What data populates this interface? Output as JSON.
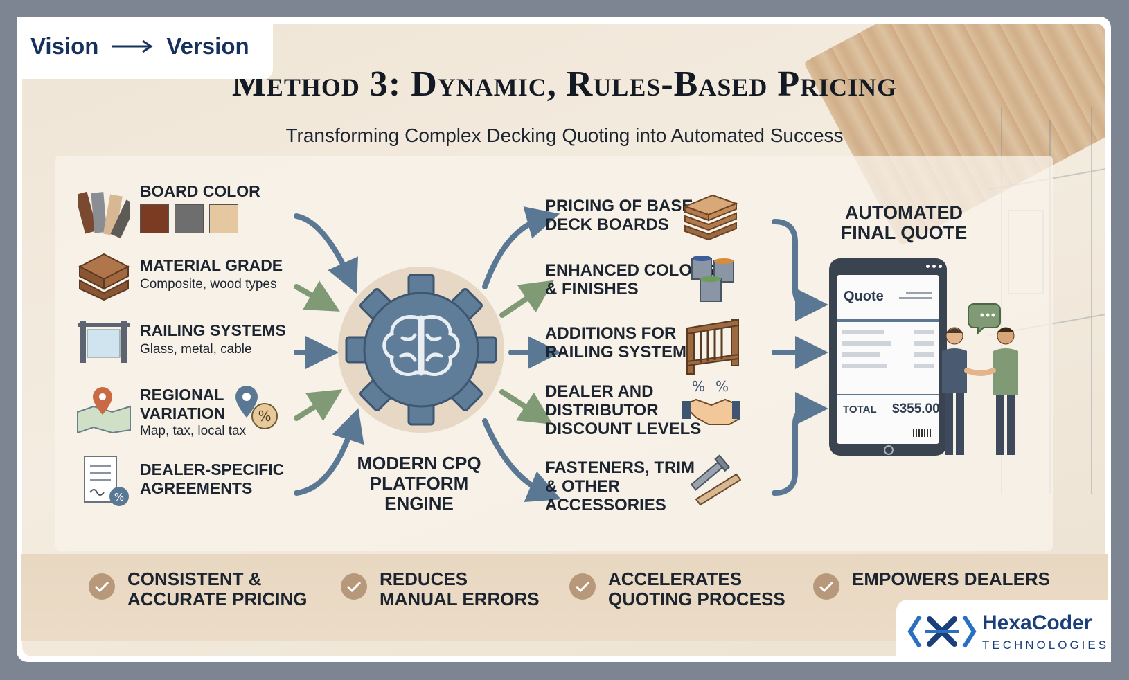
{
  "header": {
    "brand_left": "Vision",
    "brand_right": "Version",
    "title": "Method 3: Dynamic, Rules-Based Pricing",
    "subtitle": "Transforming Complex Decking Quoting into Automated Success"
  },
  "inputs": [
    {
      "label": "BOARD COLOR",
      "desc": "",
      "icon": "color-swatch-icon"
    },
    {
      "label": "MATERIAL GRADE",
      "desc": "Composite, wood types",
      "icon": "wood-planks-icon"
    },
    {
      "label": "RAILING SYSTEMS",
      "desc": "Glass, metal, cable",
      "icon": "glass-railing-icon"
    },
    {
      "label": "REGIONAL\nVARIATION",
      "desc": "Map, tax, local tax",
      "icon": "map-pin-icon"
    },
    {
      "label": "DEALER-SPECIFIC\nAGREEMENTS",
      "desc": "",
      "icon": "contract-document-icon"
    }
  ],
  "engine": {
    "label": "MODERN CPQ\nPLATFORM\nENGINE",
    "icon": "brain-gear-icon"
  },
  "outputs": [
    {
      "label": "PRICING OF BASE\nDECK BOARDS",
      "icon": "deck-boards-icon"
    },
    {
      "label": "ENHANCED COLORS\n& FINISHES",
      "icon": "paint-cans-icon"
    },
    {
      "label": "ADDITIONS FOR\nRAILING SYSTEM",
      "icon": "railing-icon"
    },
    {
      "label": "DEALER AND\nDISTRIBUTOR\nDISCOUNT LEVELS",
      "icon": "handshake-discount-icon"
    },
    {
      "label": "FASTENERS, TRIM\n& OTHER\nACCESSORIES",
      "icon": "screw-trim-icon"
    }
  ],
  "final": {
    "label": "AUTOMATED\nFINAL QUOTE",
    "quote_word": "Quote",
    "total_label": "TOTAL",
    "total_value": "$355.00"
  },
  "benefits": [
    "CONSISTENT &\nACCURATE PRICING",
    "REDUCES\nMANUAL ERRORS",
    "ACCELERATES\nQUOTING PROCESS",
    "EMPOWERS DEALERS"
  ],
  "logo": {
    "name": "HexaCoder",
    "tagline": "TECHNOLOGIES"
  },
  "colors": {
    "arrow_blue": "#5a7894",
    "arrow_green": "#7f9a74",
    "navy": "#16325c",
    "gear": "#5f7c98",
    "check": "#b8987a"
  }
}
